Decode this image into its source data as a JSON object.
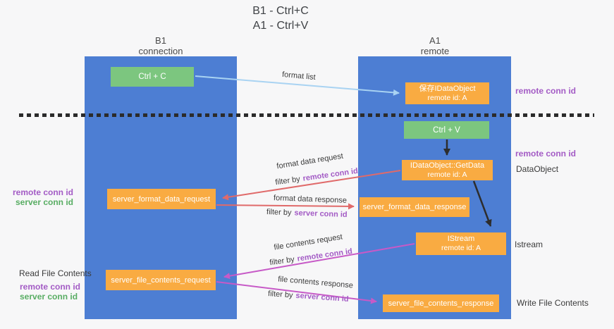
{
  "title": {
    "line1": "B1 - Ctrl+C",
    "line2": "A1 - Ctrl+V"
  },
  "lanes": {
    "left": {
      "title": "B1",
      "subtitle": "connection"
    },
    "right": {
      "title": "A1",
      "subtitle": "remote"
    }
  },
  "boxes": {
    "ctrl_c": {
      "label": "Ctrl + C"
    },
    "ctrl_v": {
      "label": "Ctrl + V"
    },
    "save_idataobject": {
      "line1": "保存IDataObject",
      "line2": "remote id: A"
    },
    "getdata": {
      "line1": "IDataObject::GetData",
      "line2": "remote id: A"
    },
    "istream": {
      "line1": "IStream",
      "line2": "remote id: A"
    },
    "server_format_data_request": {
      "label": "server_format_data_request"
    },
    "server_format_data_response": {
      "label": "server_format_data_response"
    },
    "server_file_contents_request": {
      "label": "server_file_contents_request"
    },
    "server_file_contents_response": {
      "label": "server_file_contents_response"
    }
  },
  "flows": {
    "format_list": {
      "label": "format list"
    },
    "format_data_request": {
      "label": "format data request",
      "filter_prefix": "filter by",
      "filter_key": "remote conn id"
    },
    "format_data_response": {
      "label": "format data response",
      "filter_prefix": "filter by",
      "filter_key": "server conn id"
    },
    "file_contents_request": {
      "label": "file contents request",
      "filter_prefix": "filter by",
      "filter_key": "remote conn id"
    },
    "file_contents_response": {
      "label": "file contents response",
      "filter_prefix": "filter by",
      "filter_key": "server conn id"
    }
  },
  "annotations": {
    "remote_conn_id_top_right": "remote conn id",
    "remote_conn_id_mid_right": "remote conn id",
    "dataobject": "DataObject",
    "istream": "Istream",
    "write_file_contents": "Write File Contents",
    "read_file_contents": "Read File Contents",
    "left_format_remote": "remote conn id",
    "left_format_server": "server conn id",
    "left_file_remote": "remote conn id",
    "left_file_server": "server conn id"
  },
  "colors": {
    "lane_blue": "#4d7ed3",
    "box_orange": "#f9ab42",
    "box_green": "#7cc67f",
    "arrow_red": "#e06a6a",
    "arrow_magenta": "#c75ac7",
    "arrow_light_blue": "#a9d3f2",
    "arrow_black": "#2d2d2d",
    "text_purple": "#a35bc5",
    "text_green": "#58ad63",
    "background": "#f7f7f8"
  }
}
